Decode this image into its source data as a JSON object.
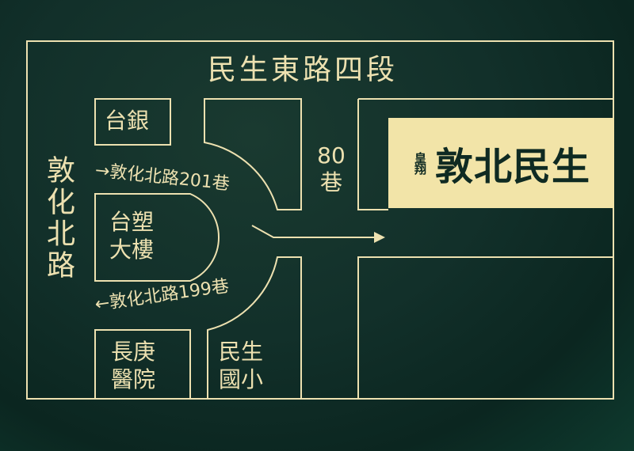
{
  "roads": {
    "minsheng_east_sec4": "民生東路四段",
    "dunhua_north": "敦化北路",
    "lane_201": "→敦化北路201巷",
    "lane_199": "←敦化北路199巷",
    "lane_80_number": "80",
    "lane_80_suffix": "巷"
  },
  "blocks": {
    "bank": "台銀",
    "formosa_line1": "台塑",
    "formosa_line2": "大樓",
    "hospital_line1": "長庚",
    "hospital_line2": "醫院",
    "school_line1": "民生",
    "school_line2": "國小"
  },
  "brand": {
    "prefix": "皇翔",
    "name": "敦北民生"
  },
  "colors": {
    "line": "#ede1b0",
    "brand_bg": "#f2e4a8",
    "brand_text": "#0f2a22",
    "background": "#12302a"
  }
}
